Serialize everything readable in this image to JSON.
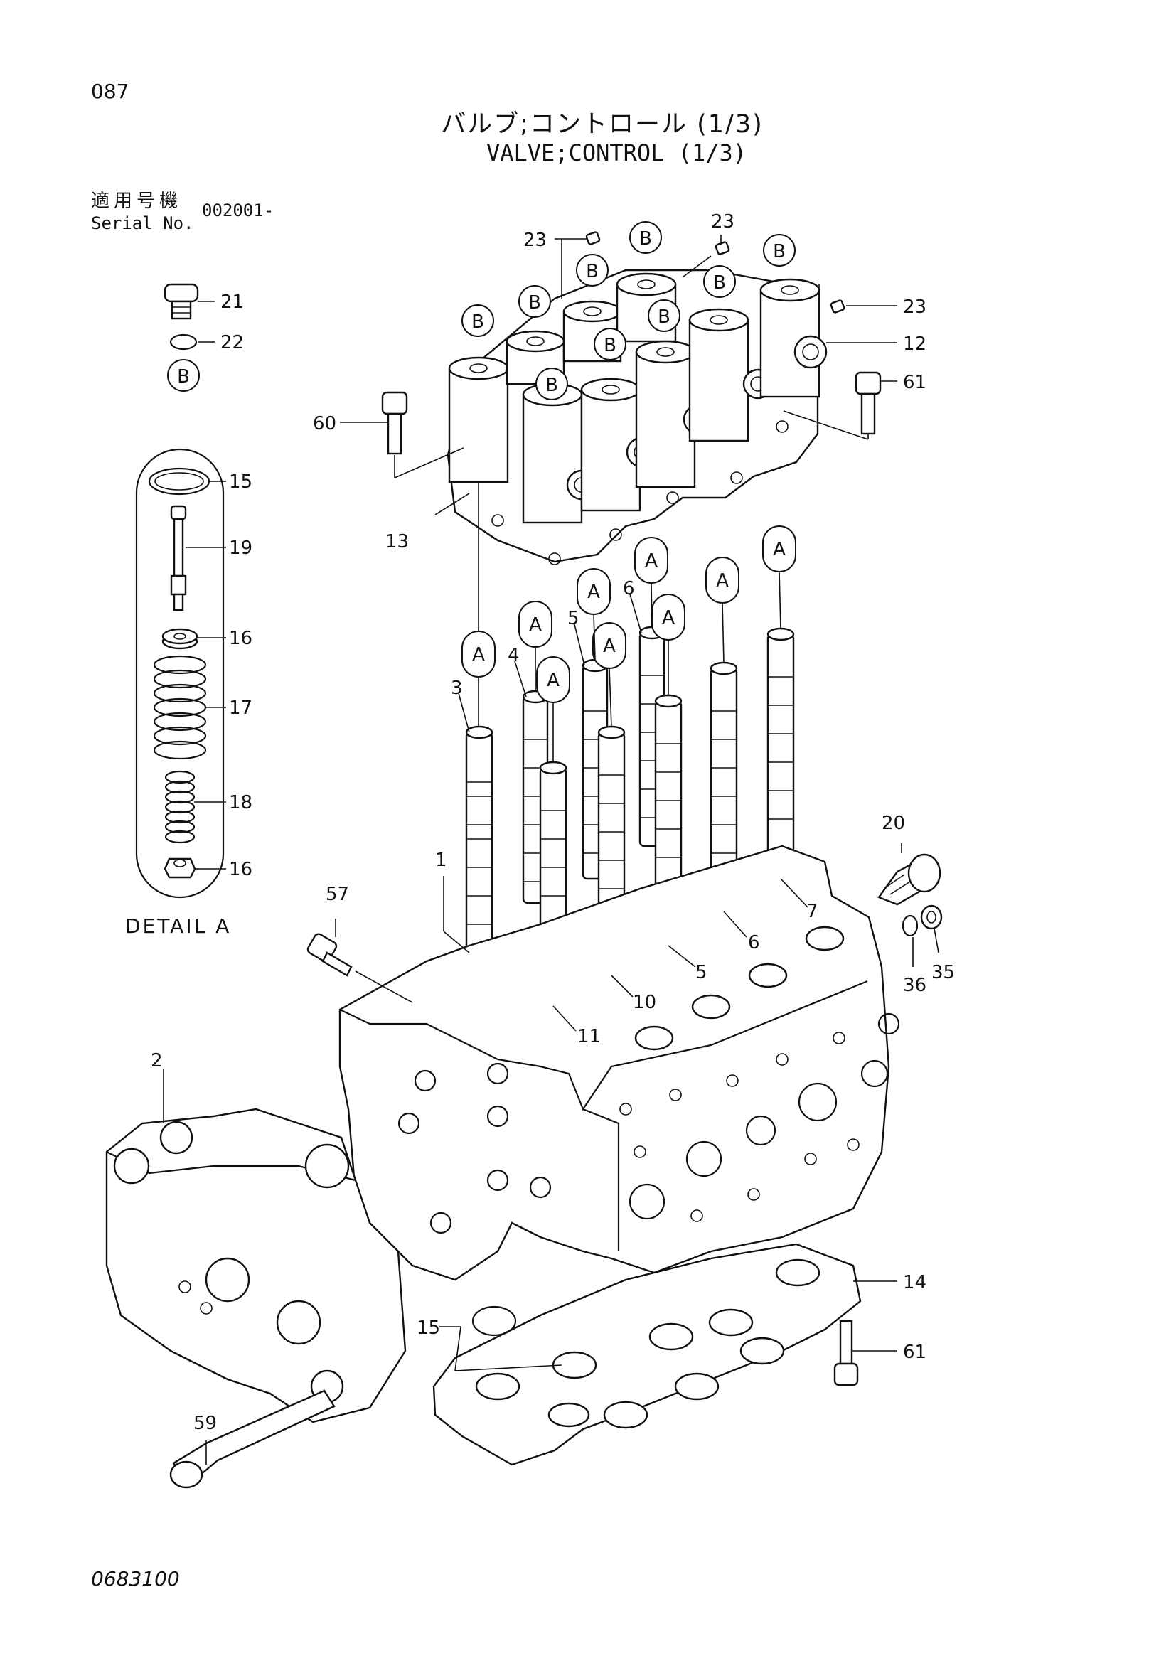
{
  "page_number": "087",
  "title_jp": "バルブ;コントロール (1/3)",
  "title_en": "VALVE;CONTROL (1/3)",
  "serial": {
    "label_jp": "適用号機",
    "label_en": "Serial No.",
    "value": "002001-"
  },
  "detail_label": "DETAIL A",
  "drawing_code": "0683100",
  "callouts": {
    "c1": "1",
    "c2": "2",
    "c3": "3",
    "c4": "4",
    "c5a": "5",
    "c5b": "5",
    "c6a": "6",
    "c6b": "6",
    "c7": "7",
    "c10": "10",
    "c11": "11",
    "c12": "12",
    "c13": "13",
    "c14": "14",
    "c15a": "15",
    "c15b": "15",
    "c16a": "16",
    "c16b": "16",
    "c17": "17",
    "c18": "18",
    "c19": "19",
    "c20": "20",
    "c21": "21",
    "c22": "22",
    "c23a": "23",
    "c23b": "23",
    "c23c": "23",
    "c35": "35",
    "c36": "36",
    "c57": "57",
    "c59": "59",
    "c60": "60",
    "c61a": "61",
    "c61b": "61"
  },
  "ref_letters": {
    "a": "A",
    "b": "B"
  }
}
